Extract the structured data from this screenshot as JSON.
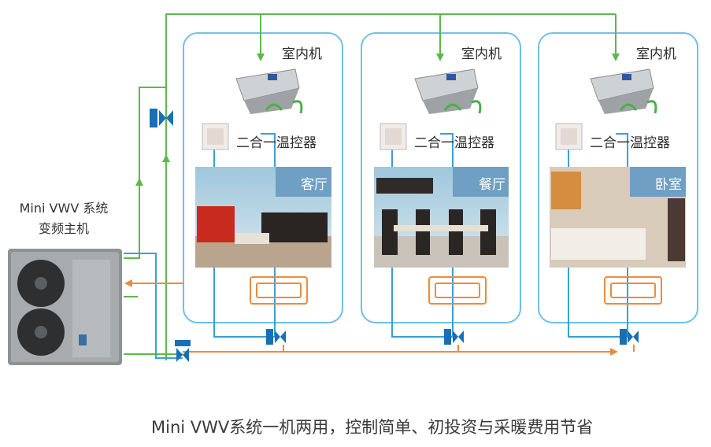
{
  "host": {
    "line1": "Mini VWV 系统",
    "line2": "变频主机"
  },
  "rooms": [
    {
      "unit_label": "室内机",
      "thermostat_label": "二合一温控器",
      "room_label": "客厅"
    },
    {
      "unit_label": "室内机",
      "thermostat_label": "二合一温控器",
      "room_label": "餐厅"
    },
    {
      "unit_label": "室内机",
      "thermostat_label": "二合一温控器",
      "room_label": "卧室"
    }
  ],
  "caption": "Mini VWV系统一机两用，控制简单、初投资与采暖费用节省",
  "colors": {
    "green_pipe": "#5cb84a",
    "blue_pipe": "#3a9fd6",
    "orange_pipe": "#f08a3a",
    "room_border": "#6fc0e8",
    "valve": "#1a6fb4"
  }
}
